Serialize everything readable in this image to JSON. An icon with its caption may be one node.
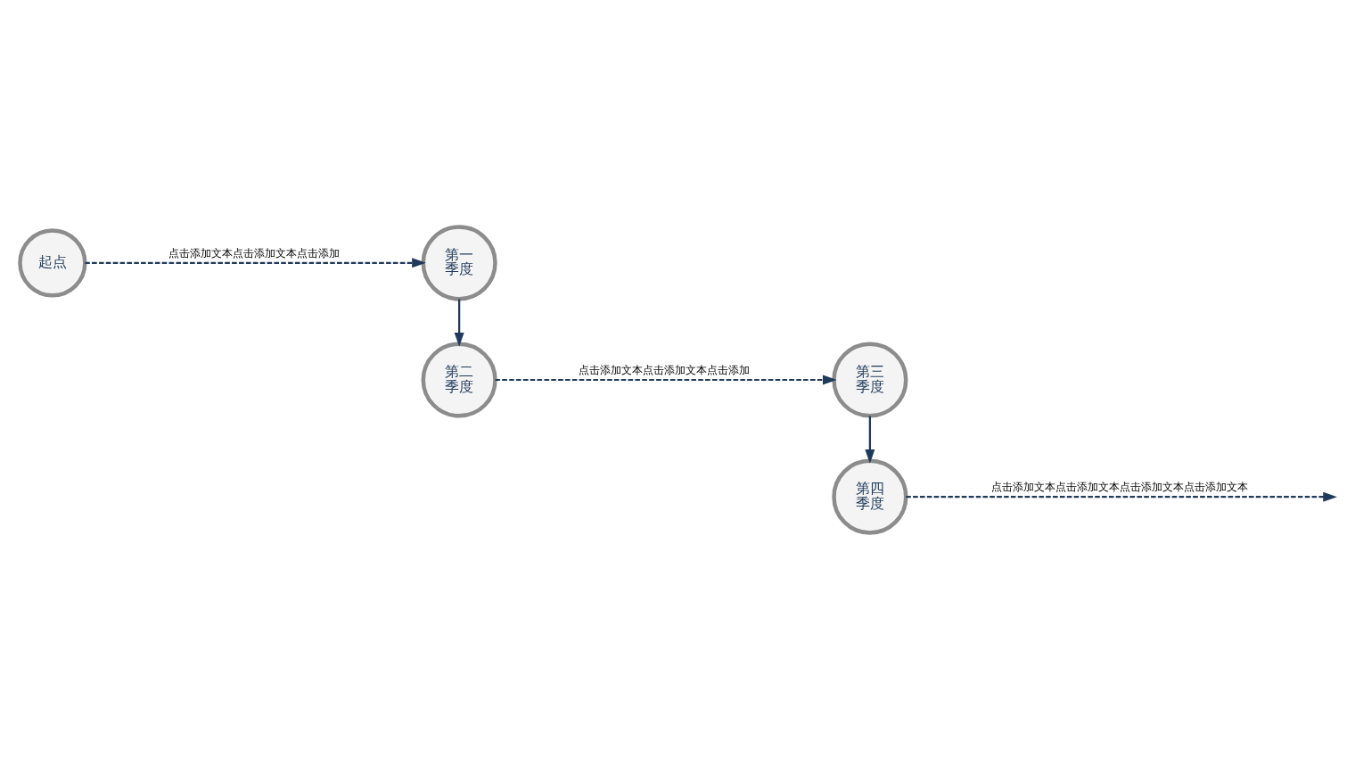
{
  "diagram": {
    "nodes": [
      {
        "text": [
          "起点"
        ]
      },
      {
        "text": [
          "第一季度"
        ]
      },
      {
        "text": [
          "第二季度"
        ]
      },
      {
        "text": [
          "第三季度"
        ]
      },
      {
        "text": [
          "第四季度"
        ]
      }
    ],
    "edges": [
      {
        "from": 0,
        "to": 1,
        "arrow": "to",
        "style": "dashed",
        "label": "点击添加文本点击添加文本点击添加"
      },
      {
        "from": 1,
        "to": 2,
        "arrow": "to"
      },
      {
        "from": 2,
        "to": 3,
        "arrow": "to",
        "style": "dashed",
        "label": "点击添加文本点击添加文本点击添加"
      },
      {
        "from": 3,
        "to": 4,
        "arrow": "to"
      },
      {
        "from": 4,
        "to": null,
        "arrow": "to",
        "style": "dashed",
        "label": "点击添加文本点击添加文本点击添加文本点击添加文本"
      }
    ]
  }
}
